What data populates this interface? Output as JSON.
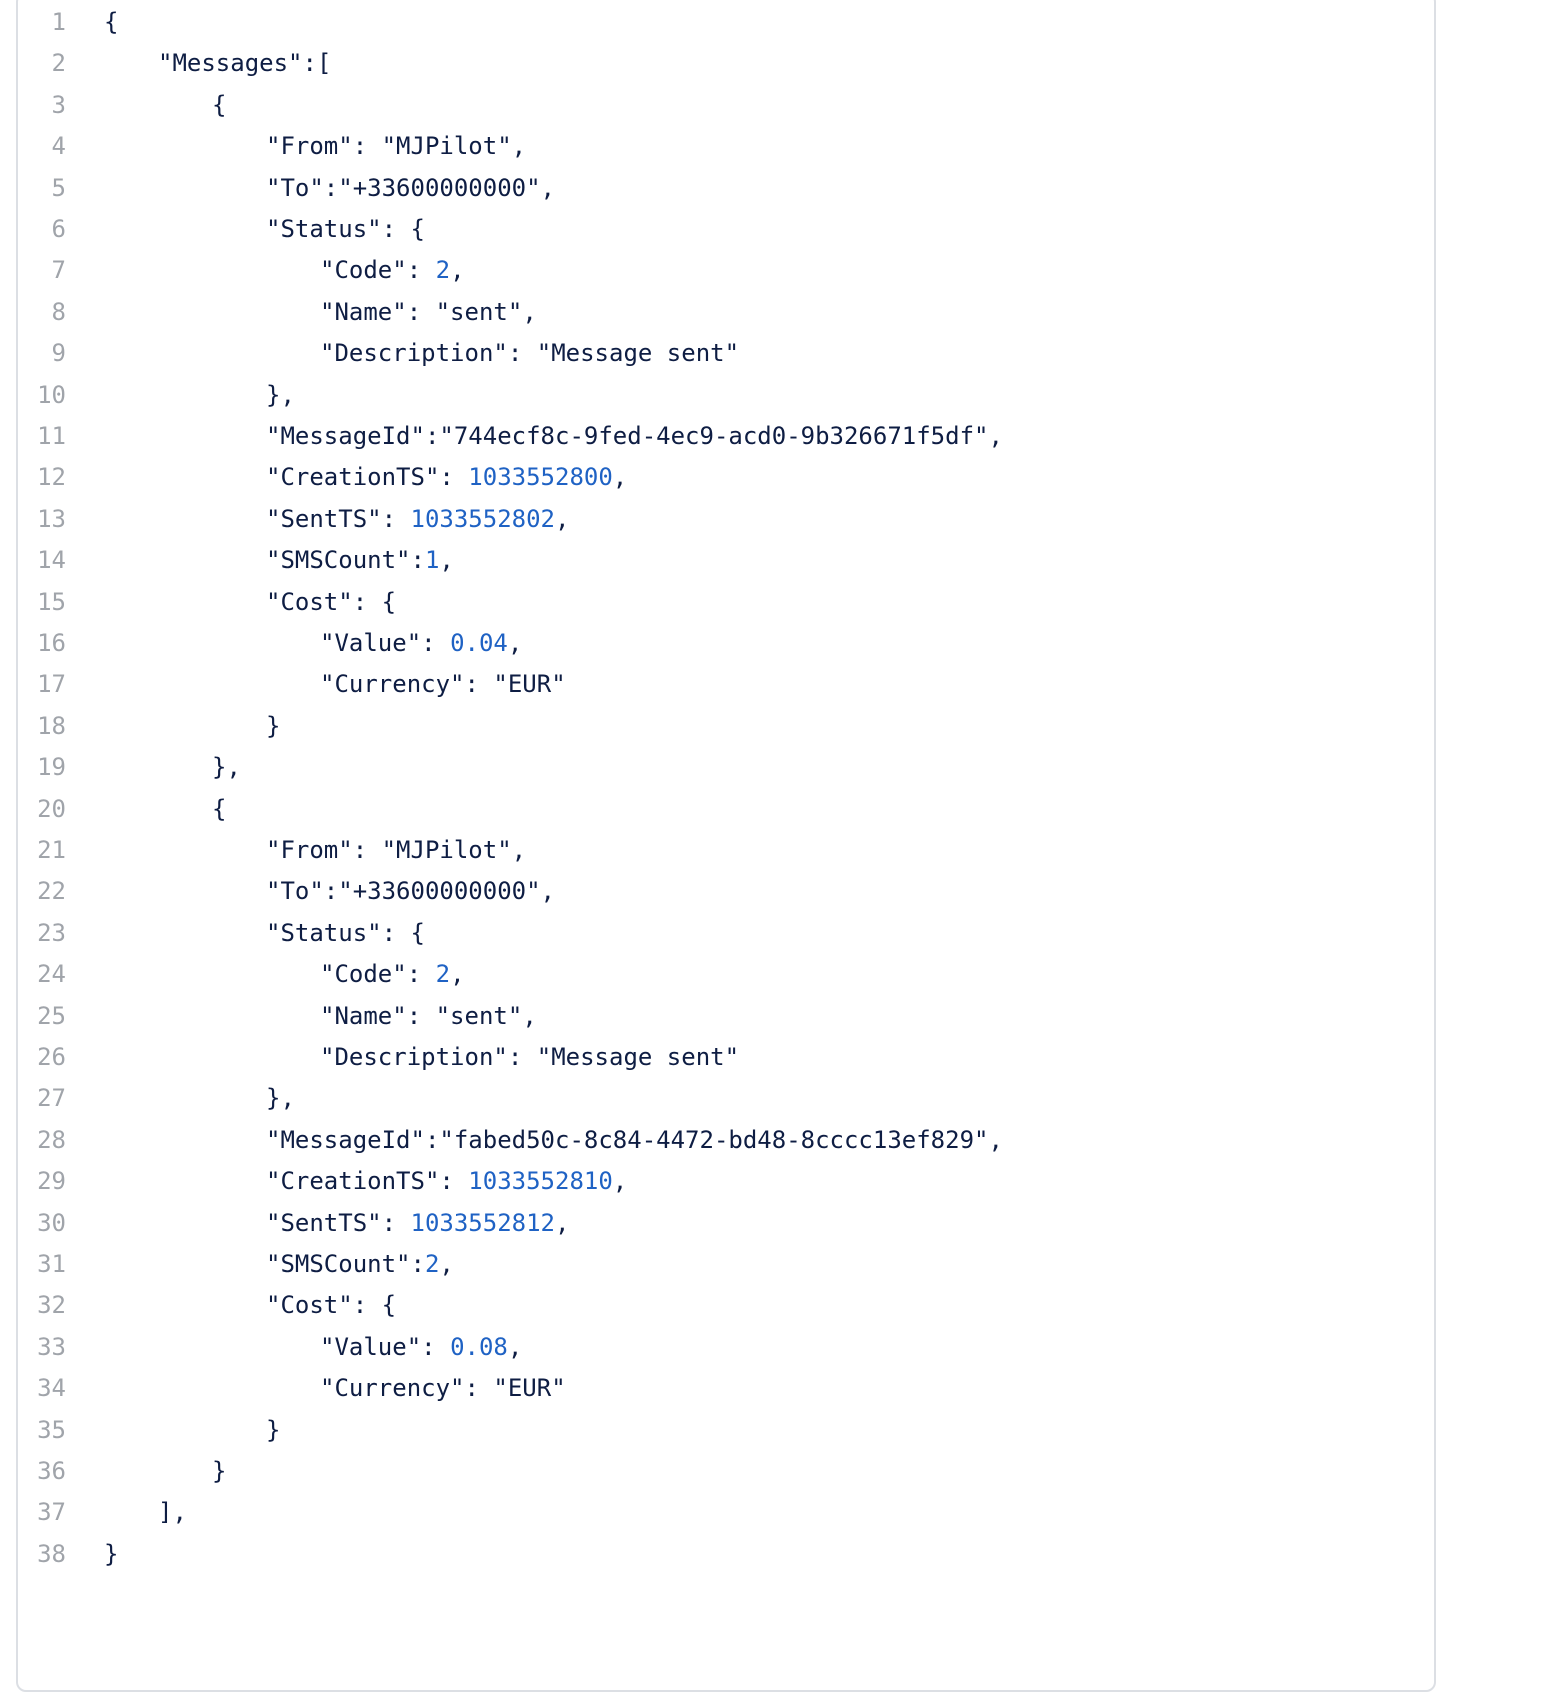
{
  "editor": {
    "colors": {
      "background": "#ffffff",
      "border": "#dcdfe4",
      "text": "#0e1d43",
      "number": "#1f62c4",
      "line_number": "#a0a4aa"
    },
    "lines": [
      {
        "n": "1",
        "indent": 0,
        "tokens": [
          {
            "t": "punc",
            "v": "{"
          }
        ]
      },
      {
        "n": "2",
        "indent": 1,
        "tokens": [
          {
            "t": "key",
            "v": "\"Messages\""
          },
          {
            "t": "punc",
            "v": ":["
          }
        ]
      },
      {
        "n": "3",
        "indent": 2,
        "tokens": [
          {
            "t": "punc",
            "v": "{"
          }
        ]
      },
      {
        "n": "4",
        "indent": 3,
        "tokens": [
          {
            "t": "key",
            "v": "\"From\""
          },
          {
            "t": "punc",
            "v": ": "
          },
          {
            "t": "str",
            "v": "\"MJPilot\""
          },
          {
            "t": "punc",
            "v": ","
          }
        ]
      },
      {
        "n": "5",
        "indent": 3,
        "tokens": [
          {
            "t": "key",
            "v": "\"To\""
          },
          {
            "t": "punc",
            "v": ":"
          },
          {
            "t": "str",
            "v": "\"+33600000000\""
          },
          {
            "t": "punc",
            "v": ","
          }
        ]
      },
      {
        "n": "6",
        "indent": 3,
        "tokens": [
          {
            "t": "key",
            "v": "\"Status\""
          },
          {
            "t": "punc",
            "v": ": {"
          }
        ]
      },
      {
        "n": "7",
        "indent": 4,
        "tokens": [
          {
            "t": "key",
            "v": "\"Code\""
          },
          {
            "t": "punc",
            "v": ": "
          },
          {
            "t": "num",
            "v": "2"
          },
          {
            "t": "punc",
            "v": ","
          }
        ]
      },
      {
        "n": "8",
        "indent": 4,
        "tokens": [
          {
            "t": "key",
            "v": "\"Name\""
          },
          {
            "t": "punc",
            "v": ": "
          },
          {
            "t": "str",
            "v": "\"sent\""
          },
          {
            "t": "punc",
            "v": ","
          }
        ]
      },
      {
        "n": "9",
        "indent": 4,
        "tokens": [
          {
            "t": "key",
            "v": "\"Description\""
          },
          {
            "t": "punc",
            "v": ": "
          },
          {
            "t": "str",
            "v": "\"Message sent\""
          }
        ]
      },
      {
        "n": "10",
        "indent": 3,
        "tokens": [
          {
            "t": "punc",
            "v": "},"
          }
        ]
      },
      {
        "n": "11",
        "indent": 3,
        "tokens": [
          {
            "t": "key",
            "v": "\"MessageId\""
          },
          {
            "t": "punc",
            "v": ":"
          },
          {
            "t": "str",
            "v": "\"744ecf8c-9fed-4ec9-acd0-9b326671f5df\""
          },
          {
            "t": "punc",
            "v": ","
          }
        ]
      },
      {
        "n": "12",
        "indent": 3,
        "tokens": [
          {
            "t": "key",
            "v": "\"CreationTS\""
          },
          {
            "t": "punc",
            "v": ": "
          },
          {
            "t": "num",
            "v": "1033552800"
          },
          {
            "t": "punc",
            "v": ","
          }
        ]
      },
      {
        "n": "13",
        "indent": 3,
        "tokens": [
          {
            "t": "key",
            "v": "\"SentTS\""
          },
          {
            "t": "punc",
            "v": ": "
          },
          {
            "t": "num",
            "v": "1033552802"
          },
          {
            "t": "punc",
            "v": ","
          }
        ]
      },
      {
        "n": "14",
        "indent": 3,
        "tokens": [
          {
            "t": "key",
            "v": "\"SMSCount\""
          },
          {
            "t": "punc",
            "v": ":"
          },
          {
            "t": "num",
            "v": "1"
          },
          {
            "t": "punc",
            "v": ","
          }
        ]
      },
      {
        "n": "15",
        "indent": 3,
        "tokens": [
          {
            "t": "key",
            "v": "\"Cost\""
          },
          {
            "t": "punc",
            "v": ": {"
          }
        ]
      },
      {
        "n": "16",
        "indent": 4,
        "tokens": [
          {
            "t": "key",
            "v": "\"Value\""
          },
          {
            "t": "punc",
            "v": ": "
          },
          {
            "t": "num",
            "v": "0.04"
          },
          {
            "t": "punc",
            "v": ","
          }
        ]
      },
      {
        "n": "17",
        "indent": 4,
        "tokens": [
          {
            "t": "key",
            "v": "\"Currency\""
          },
          {
            "t": "punc",
            "v": ": "
          },
          {
            "t": "str",
            "v": "\"EUR\""
          }
        ]
      },
      {
        "n": "18",
        "indent": 3,
        "tokens": [
          {
            "t": "punc",
            "v": "}"
          }
        ]
      },
      {
        "n": "19",
        "indent": 2,
        "tokens": [
          {
            "t": "punc",
            "v": "},"
          }
        ]
      },
      {
        "n": "20",
        "indent": 2,
        "tokens": [
          {
            "t": "punc",
            "v": "{"
          }
        ]
      },
      {
        "n": "21",
        "indent": 3,
        "tokens": [
          {
            "t": "key",
            "v": "\"From\""
          },
          {
            "t": "punc",
            "v": ": "
          },
          {
            "t": "str",
            "v": "\"MJPilot\""
          },
          {
            "t": "punc",
            "v": ","
          }
        ]
      },
      {
        "n": "22",
        "indent": 3,
        "tokens": [
          {
            "t": "key",
            "v": "\"To\""
          },
          {
            "t": "punc",
            "v": ":"
          },
          {
            "t": "str",
            "v": "\"+33600000000\""
          },
          {
            "t": "punc",
            "v": ","
          }
        ]
      },
      {
        "n": "23",
        "indent": 3,
        "tokens": [
          {
            "t": "key",
            "v": "\"Status\""
          },
          {
            "t": "punc",
            "v": ": {"
          }
        ]
      },
      {
        "n": "24",
        "indent": 4,
        "tokens": [
          {
            "t": "key",
            "v": "\"Code\""
          },
          {
            "t": "punc",
            "v": ": "
          },
          {
            "t": "num",
            "v": "2"
          },
          {
            "t": "punc",
            "v": ","
          }
        ]
      },
      {
        "n": "25",
        "indent": 4,
        "tokens": [
          {
            "t": "key",
            "v": "\"Name\""
          },
          {
            "t": "punc",
            "v": ": "
          },
          {
            "t": "str",
            "v": "\"sent\""
          },
          {
            "t": "punc",
            "v": ","
          }
        ]
      },
      {
        "n": "26",
        "indent": 4,
        "tokens": [
          {
            "t": "key",
            "v": "\"Description\""
          },
          {
            "t": "punc",
            "v": ": "
          },
          {
            "t": "str",
            "v": "\"Message sent\""
          }
        ]
      },
      {
        "n": "27",
        "indent": 3,
        "tokens": [
          {
            "t": "punc",
            "v": "},"
          }
        ]
      },
      {
        "n": "28",
        "indent": 3,
        "tokens": [
          {
            "t": "key",
            "v": "\"MessageId\""
          },
          {
            "t": "punc",
            "v": ":"
          },
          {
            "t": "str",
            "v": "\"fabed50c-8c84-4472-bd48-8cccc13ef829\""
          },
          {
            "t": "punc",
            "v": ","
          }
        ]
      },
      {
        "n": "29",
        "indent": 3,
        "tokens": [
          {
            "t": "key",
            "v": "\"CreationTS\""
          },
          {
            "t": "punc",
            "v": ": "
          },
          {
            "t": "num",
            "v": "1033552810"
          },
          {
            "t": "punc",
            "v": ","
          }
        ]
      },
      {
        "n": "30",
        "indent": 3,
        "tokens": [
          {
            "t": "key",
            "v": "\"SentTS\""
          },
          {
            "t": "punc",
            "v": ": "
          },
          {
            "t": "num",
            "v": "1033552812"
          },
          {
            "t": "punc",
            "v": ","
          }
        ]
      },
      {
        "n": "31",
        "indent": 3,
        "tokens": [
          {
            "t": "key",
            "v": "\"SMSCount\""
          },
          {
            "t": "punc",
            "v": ":"
          },
          {
            "t": "num",
            "v": "2"
          },
          {
            "t": "punc",
            "v": ","
          }
        ]
      },
      {
        "n": "32",
        "indent": 3,
        "tokens": [
          {
            "t": "key",
            "v": "\"Cost\""
          },
          {
            "t": "punc",
            "v": ": {"
          }
        ]
      },
      {
        "n": "33",
        "indent": 4,
        "tokens": [
          {
            "t": "key",
            "v": "\"Value\""
          },
          {
            "t": "punc",
            "v": ": "
          },
          {
            "t": "num",
            "v": "0.08"
          },
          {
            "t": "punc",
            "v": ","
          }
        ]
      },
      {
        "n": "34",
        "indent": 4,
        "tokens": [
          {
            "t": "key",
            "v": "\"Currency\""
          },
          {
            "t": "punc",
            "v": ": "
          },
          {
            "t": "str",
            "v": "\"EUR\""
          }
        ]
      },
      {
        "n": "35",
        "indent": 3,
        "tokens": [
          {
            "t": "punc",
            "v": "}"
          }
        ]
      },
      {
        "n": "36",
        "indent": 2,
        "tokens": [
          {
            "t": "punc",
            "v": "}"
          }
        ]
      },
      {
        "n": "37",
        "indent": 1,
        "tokens": [
          {
            "t": "punc",
            "v": "],"
          }
        ]
      },
      {
        "n": "38",
        "indent": 0,
        "tokens": [
          {
            "t": "punc",
            "v": "}"
          }
        ]
      }
    ]
  }
}
